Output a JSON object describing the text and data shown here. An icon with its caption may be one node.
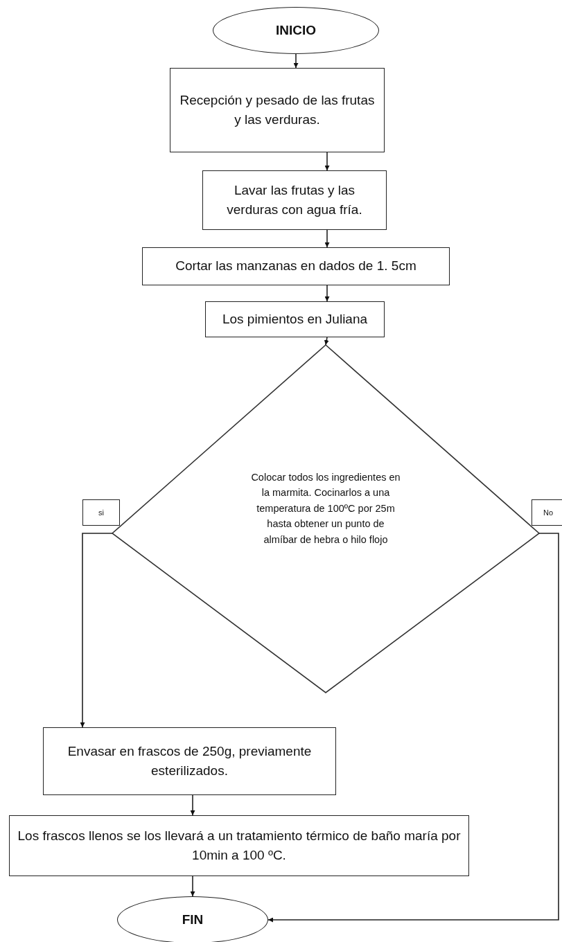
{
  "diagram": {
    "nodes": [
      {
        "text": [
          "INICIO"
        ]
      },
      {
        "text": [
          "Recepción y pesado de las frutas y las verduras."
        ]
      },
      {
        "text": [
          "Lavar las frutas y las verduras con agua fría."
        ]
      },
      {
        "text": [
          "Cortar las manzanas en dados de 1. 5cm"
        ]
      },
      {
        "text": [
          "Los pimientos en Juliana"
        ]
      },
      {
        "text": [
          "Colocar todos los ingredientes en la marmita. Cocinarlos a una temperatura de 100ºC por 25m hasta obtener un punto de almíbar de hebra o hilo flojo"
        ]
      },
      {
        "text": [
          "Envasar en frascos de 250g, previamente esterilizados."
        ]
      },
      {
        "text": [
          "Los frascos llenos se los llevará a un tratamiento térmico de baño maría por 10min a 100 ºC."
        ]
      },
      {
        "text": [
          "FIN"
        ]
      }
    ],
    "edges": [
      {
        "from": 0,
        "to": 1,
        "arrow": "to"
      },
      {
        "from": 1,
        "to": 2,
        "arrow": "to"
      },
      {
        "from": 2,
        "to": 3,
        "arrow": "to"
      },
      {
        "from": 3,
        "to": 4,
        "arrow": "to"
      },
      {
        "from": 4,
        "to": 5,
        "arrow": "to"
      },
      {
        "from": 5,
        "to": 6,
        "arrow": "to",
        "label": "si"
      },
      {
        "from": 6,
        "to": 7,
        "arrow": "to"
      },
      {
        "from": 7,
        "to": 8,
        "arrow": "to"
      },
      {
        "from": 5,
        "to": 8,
        "arrow": "to",
        "label": "No"
      }
    ]
  }
}
